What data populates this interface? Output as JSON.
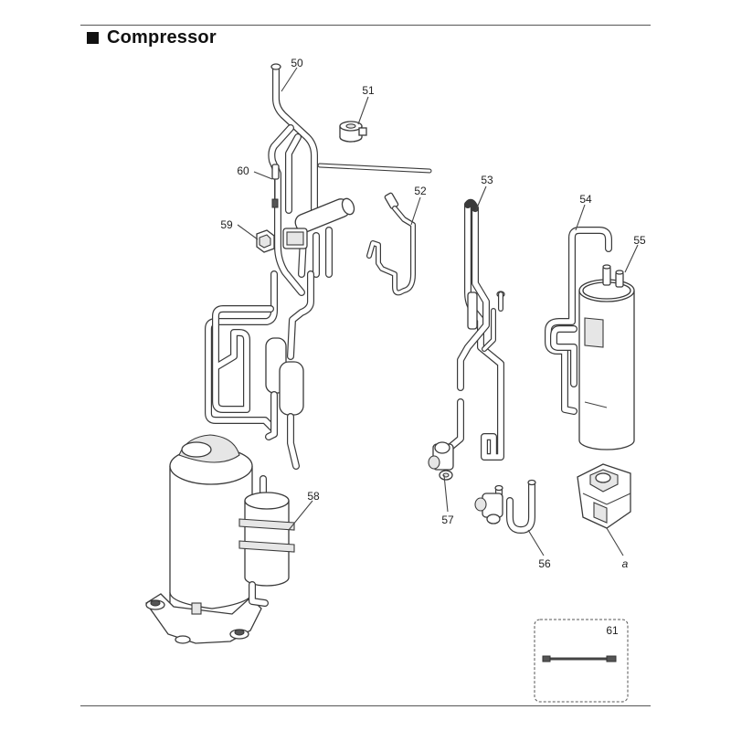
{
  "header": {
    "title": "Compressor"
  },
  "labels": {
    "l50": "50",
    "l51": "51",
    "l52": "52",
    "l53": "53",
    "l54": "54",
    "l55": "55",
    "l56": "56",
    "l57": "57",
    "l58": "58",
    "l59": "59",
    "l60": "60",
    "l61": "61",
    "la": "a"
  }
}
